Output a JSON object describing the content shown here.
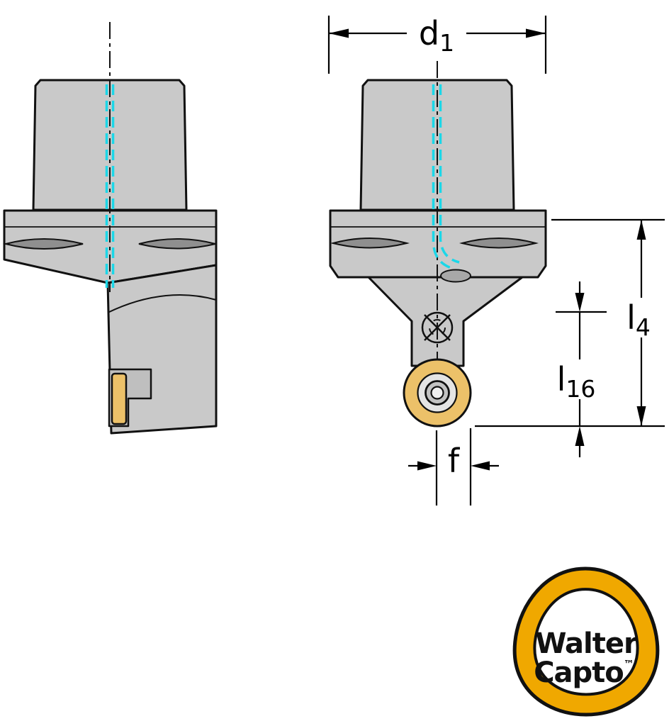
{
  "diagram": {
    "dimension_labels": {
      "d1": {
        "base": "d",
        "sub": "1"
      },
      "l4": {
        "base": "l",
        "sub": "4"
      },
      "l16": {
        "base": "l",
        "sub": "16"
      },
      "f": {
        "base": "f"
      }
    },
    "colors": {
      "body_gray": "#c9c9c9",
      "groove_gray": "#8f8f8f",
      "outline": "#111111",
      "coolant_cyan": "#1bd7e8",
      "insert_yellow": "#ecc169",
      "logo_yellow": "#f0a800"
    }
  },
  "logo": {
    "word1": "Walter",
    "word2": "Capto",
    "trademark": "™"
  }
}
